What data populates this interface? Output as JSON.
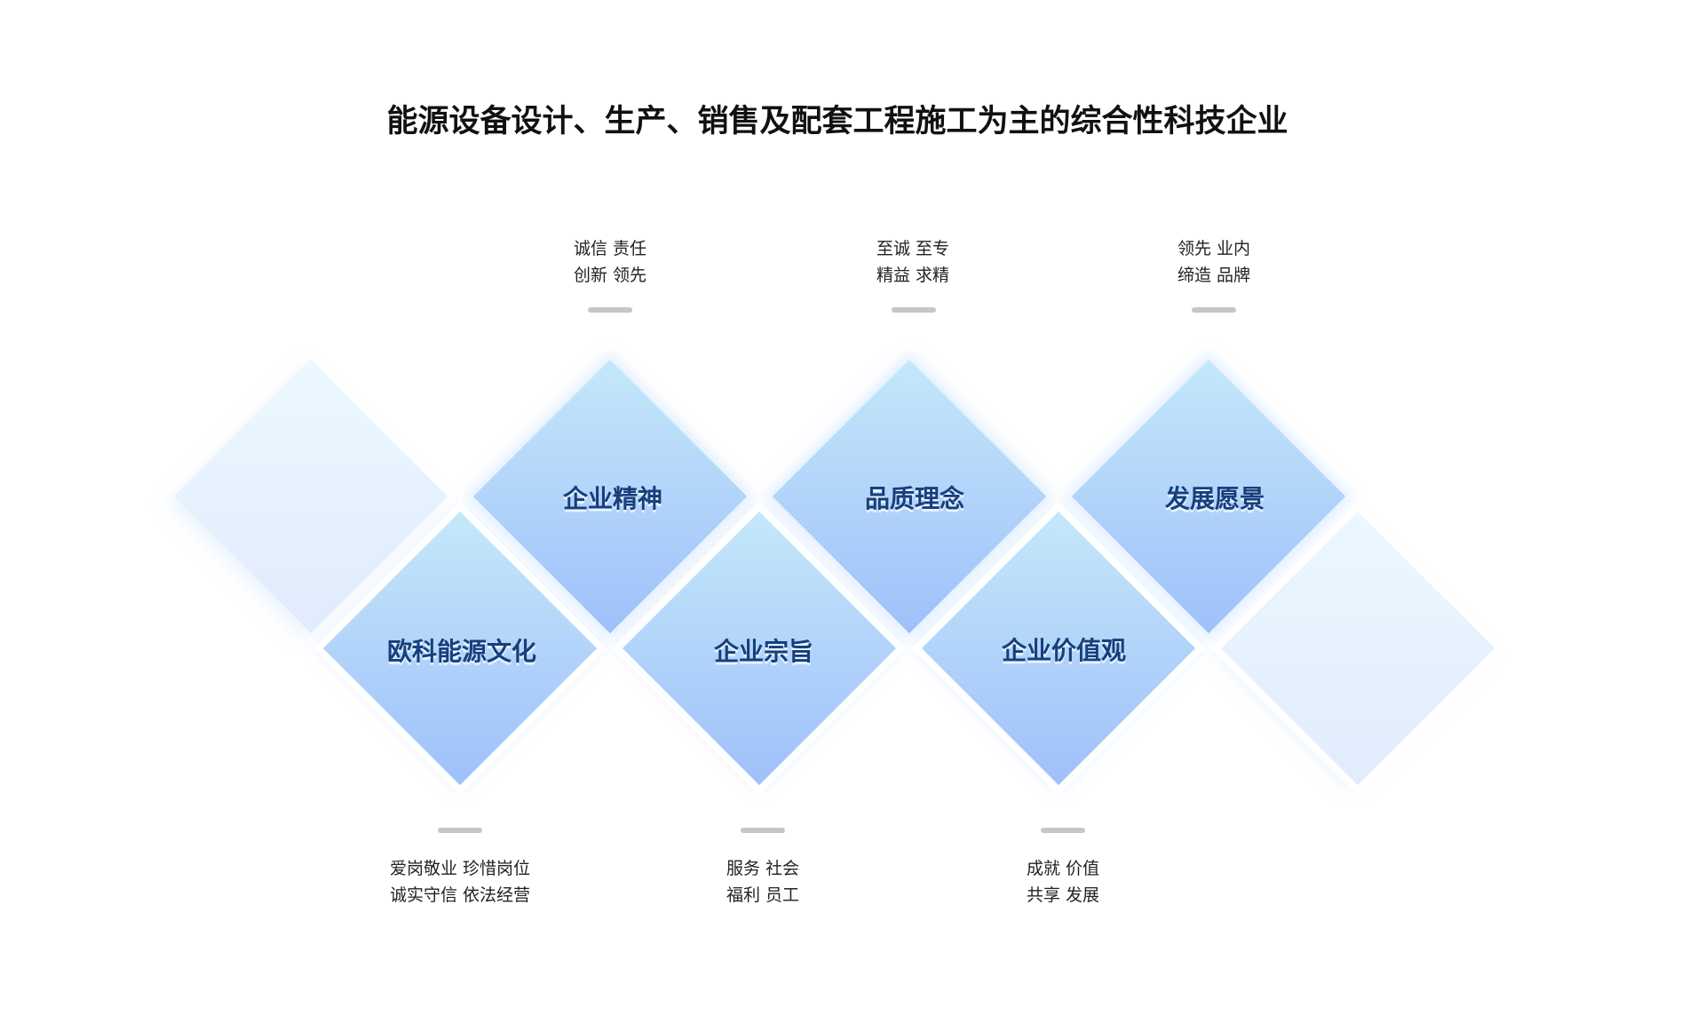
{
  "title": "能源设备设计、生产、销售及配套工程施工为主的综合性科技企业",
  "colors": {
    "diamond_top": "#c4e8fa",
    "diamond_bottom": "#9fc0fa",
    "faded_top": "#ecf8fe",
    "faded_bottom": "#e1ebfd",
    "label_text": "#163f7d",
    "divider": "#c6c6c6"
  },
  "top_items": [
    {
      "label": "企业精神",
      "caption": [
        "诚信 责任",
        "创新 领先"
      ]
    },
    {
      "label": "品质理念",
      "caption": [
        "至诚 至专",
        "精益 求精"
      ]
    },
    {
      "label": "发展愿景",
      "caption": [
        "领先 业内",
        "缔造 品牌"
      ]
    }
  ],
  "bottom_items": [
    {
      "label": "欧科能源文化",
      "caption": [
        "爱岗敬业 珍惜岗位",
        "诚实守信 依法经营"
      ]
    },
    {
      "label": "企业宗旨",
      "caption": [
        "服务 社会",
        "福利 员工"
      ]
    },
    {
      "label": "企业价值观",
      "caption": [
        "成就 价值",
        "共享 发展"
      ]
    }
  ]
}
